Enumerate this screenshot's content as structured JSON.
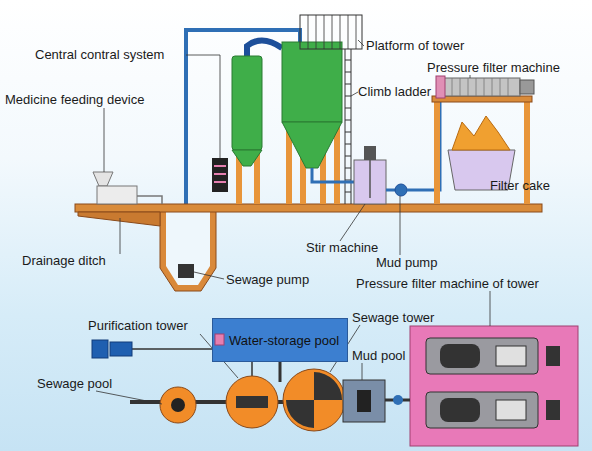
{
  "diagram": {
    "nodes": [
      {
        "text": [
          "Water-storage pool"
        ]
      }
    ],
    "labels": [
      "Central contral system",
      "Platform of tower",
      "Medicine feeding device",
      "Climb ladder",
      "Pressure filter machine",
      "Filter cake",
      "Drainage ditch",
      "Stir machine",
      "Mud pump",
      "Sewage pump",
      "Pressure filter machine of tower",
      "Purification tower",
      "Sewage tower",
      "Mud pool",
      "Sewage pool"
    ]
  }
}
